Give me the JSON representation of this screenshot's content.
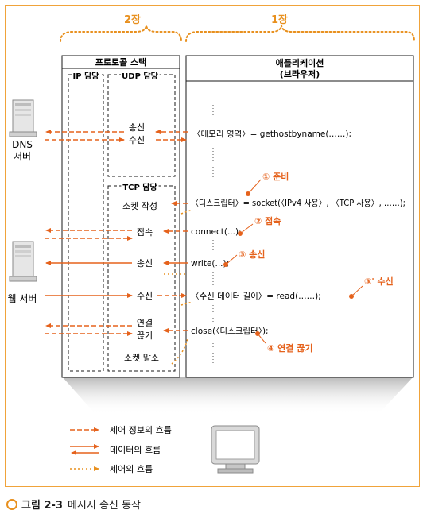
{
  "colors": {
    "orange": "#e8901e",
    "red": "#e5621c",
    "frame": "#f0a33a",
    "shadow": "#c9c9c9"
  },
  "chapters": {
    "left": "2장",
    "right": "1장"
  },
  "stack": {
    "title": "프로토콜 스택",
    "ip": "IP 담당",
    "udp": "UDP 담당",
    "tcp": "TCP 담당"
  },
  "app": {
    "title_line1": "애플리케이션",
    "title_line2": "(브라우저)"
  },
  "servers": {
    "dns_line1": "DNS",
    "dns_line2": "서버",
    "web": "웹 서버"
  },
  "udp_items": [
    "송신",
    "수신"
  ],
  "tcp_items": [
    "소켓 작성",
    "접속",
    "송신",
    "수신",
    "연결",
    "끊기",
    "소켓 말소"
  ],
  "code": [
    "〈메모리 영역〉= gethostbyname(……);",
    "〈디스크립터〉= socket(〈IPv4 사용〉, 〈TCP 사용〉, ……);",
    "connect(...);",
    "write(...);",
    "〈수신 데이터 길이〉= read(……);",
    "close(〈디스크립터〉);"
  ],
  "steps": [
    "① 준비",
    "② 접속",
    "③ 송신",
    "③' 수신",
    "④ 연결 끊기"
  ],
  "legend": [
    "제어 정보의 흐름",
    "데이터의 흐름",
    "제어의 흐름"
  ],
  "caption": {
    "number": "그림 2-3",
    "text": "메시지 송신 동작"
  }
}
